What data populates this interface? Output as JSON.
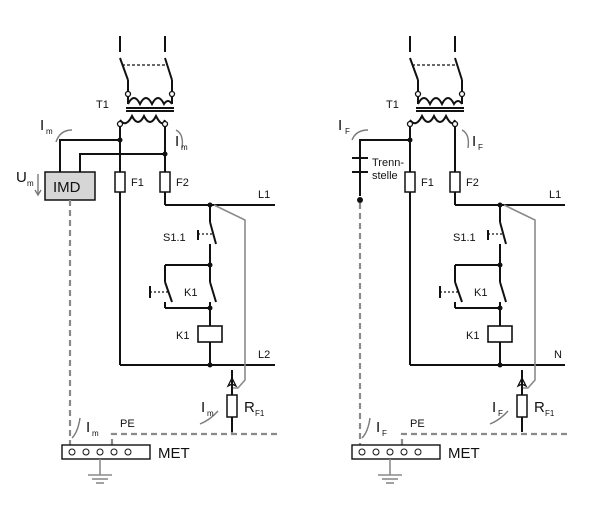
{
  "left": {
    "transformer": "T1",
    "fuse1": "F1",
    "fuse2": "F2",
    "line1": "L1",
    "line2": "L2",
    "switch": "S1.1",
    "contact": "K1",
    "coil": "K1",
    "device": "IMD",
    "voltage": "U",
    "voltage_sub": "m",
    "current": "I",
    "current_sub": "m",
    "resistor": "R",
    "resistor_sub": "F1",
    "pe": "PE",
    "bar": "MET"
  },
  "right": {
    "transformer": "T1",
    "fuse1": "F1",
    "fuse2": "F2",
    "line1": "L1",
    "line2": "N",
    "switch": "S1.1",
    "contact": "K1",
    "coil": "K1",
    "separator_line1": "Trenn-",
    "separator_line2": "stelle",
    "current": "I",
    "current_sub": "F",
    "resistor": "R",
    "resistor_sub": "F1",
    "pe": "PE",
    "bar": "MET"
  }
}
